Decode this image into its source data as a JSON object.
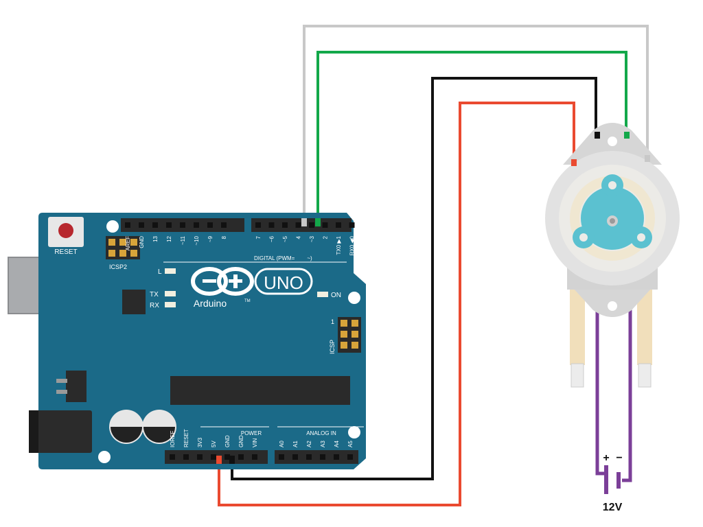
{
  "board": {
    "reset_label": "RESET",
    "icsp2_label": "ICSP2",
    "icsp_label": "ICSP",
    "icsp_pin1": "1",
    "led_l": "L",
    "led_tx": "TX",
    "led_rx": "RX",
    "led_on": "ON",
    "logo_brand": "Arduino",
    "logo_model": "UNO",
    "tm": "TM",
    "digital_label": "DIGITAL (PWM=",
    "digital_tilde": "~",
    "digital_close": ")",
    "power_label": "POWER",
    "analog_label": "ANALOG IN",
    "top_left_pins": [
      "AREF",
      "GND",
      "13",
      "12",
      "~11",
      "~10",
      "~9",
      "8"
    ],
    "top_right_pins": [
      "7",
      "~6",
      "~5",
      "4",
      "~3",
      "2",
      "TX0 ▶1",
      "RX0 ◀0"
    ],
    "power_pins": [
      "IOREF",
      "RESET",
      "3V3",
      "5V",
      "GND",
      "GND",
      "VIN"
    ],
    "analog_pins": [
      "A0",
      "A1",
      "A2",
      "A3",
      "A4",
      "A5"
    ]
  },
  "battery": {
    "plus": "+",
    "minus": "−",
    "voltage": "12V"
  },
  "colors": {
    "board": "#1b6a88",
    "wire_gray": "#c8c8c8",
    "wire_green": "#13a84a",
    "wire_black": "#111111",
    "wire_red": "#ea4a30",
    "wire_purple": "#7b3f98",
    "pump_rotor": "#5bc1d0"
  }
}
